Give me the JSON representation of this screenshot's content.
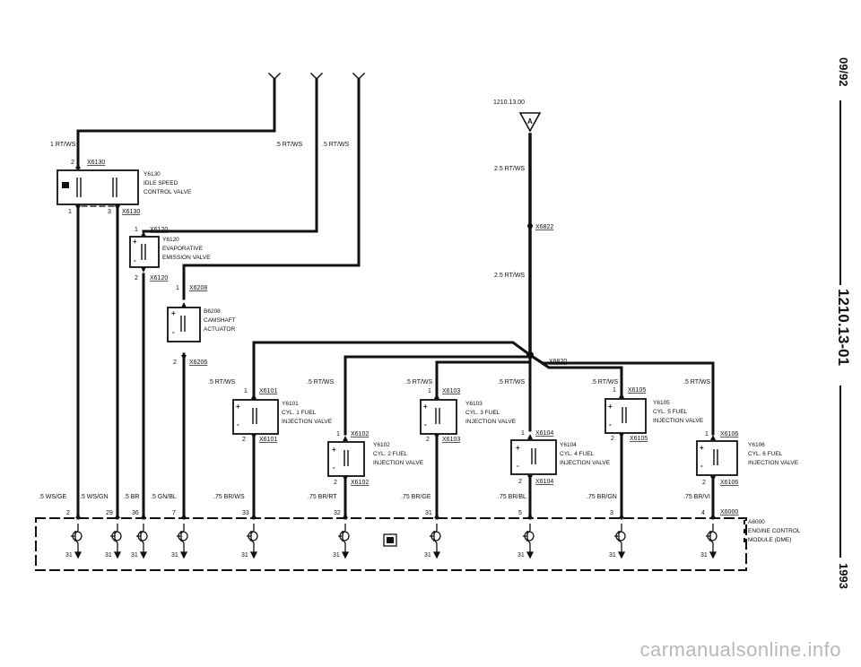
{
  "page": {
    "date_code": "09/92",
    "doc_number": "1210.13-01",
    "year": "1993",
    "watermark": "carmanualsonline.info"
  },
  "reference": {
    "page_ref": "1210.13.00",
    "connector_letter": "A"
  },
  "wires": {
    "w1": "1 RT/WS",
    "w05a": ".5 RT/WS",
    "w05b": ".5 RT/WS",
    "w25a": "2.5 RT/WS",
    "w25b": "2.5 RT/WS",
    "inj1": ".5 RT/WS",
    "inj2": ".5 RT/WS",
    "inj3": ".5 RT/WS",
    "inj4": ".5 RT/WS",
    "inj5": ".5 RT/WS",
    "inj6": ".5 RT/WS",
    "b1": ".5 WS/GE",
    "b2": ".5 WS/GN",
    "b3": ".5 BR",
    "b4": ".5 GN/BL",
    "b5": ".75 BR/WS",
    "b6": ".75 BR/RT",
    "b7": ".75 BR/GE",
    "b8": ".75 BR/BL",
    "b9": ".75 BR/GN",
    "b10": ".75 BR/VI"
  },
  "connectors": {
    "x6130": "X6130",
    "x6120": "X6120",
    "x6208": "X6208",
    "x6206": "X6206",
    "x6822": "X6822",
    "x6820": "X6820",
    "x6101": "X6101",
    "x6102": "X6102",
    "x6103": "X6103",
    "x6104": "X6104",
    "x6105": "X6105",
    "x6106": "X6106",
    "x6000": "X6000"
  },
  "pins": {
    "p2": "2",
    "p1": "1",
    "p3": "3",
    "dme": [
      "2",
      "29",
      "36",
      "7",
      "33",
      "32",
      "31",
      "5",
      "3",
      "4"
    ],
    "ground": "31"
  },
  "components": {
    "y6130": {
      "id": "Y6130",
      "l1": "IDLE SPEED",
      "l2": "CONTROL VALVE"
    },
    "y6120": {
      "id": "Y6120",
      "l1": "EVAPORATIVE",
      "l2": "EMISSION VALVE"
    },
    "b6208": {
      "id": "B6208",
      "l1": "CAMSHAFT",
      "l2": "ACTUATOR"
    },
    "y6101": {
      "id": "Y6101",
      "l1": "CYL. 1 FUEL",
      "l2": "INJECTION VALVE"
    },
    "y6102": {
      "id": "Y6102",
      "l1": "CYL. 2 FUEL",
      "l2": "INJECTION VALVE"
    },
    "y6103": {
      "id": "Y6103",
      "l1": "CYL. 3 FUEL",
      "l2": "INJECTION VALVE"
    },
    "y6104": {
      "id": "Y6104",
      "l1": "CYL. 4 FUEL",
      "l2": "INJECTION VALVE"
    },
    "y6105": {
      "id": "Y6105",
      "l1": "CYL. 5 FUEL",
      "l2": "INJECTION VALVE"
    },
    "y6106": {
      "id": "Y6106",
      "l1": "CYL. 6 FUEL",
      "l2": "INJECTION VALVE"
    },
    "a6000": {
      "id": "A6000",
      "l1": "ENGINE CONTROL",
      "l2": "MODULE (DME)"
    }
  }
}
